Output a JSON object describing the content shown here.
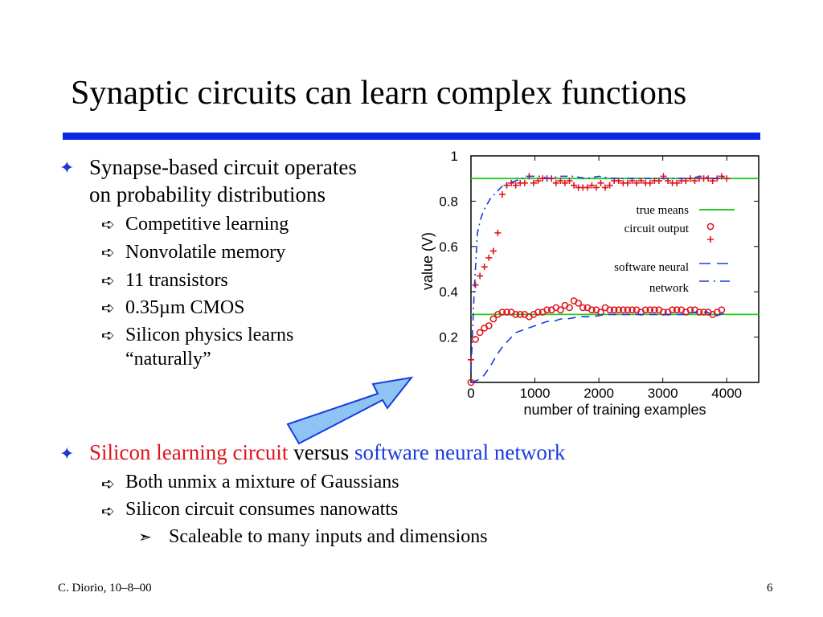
{
  "slide": {
    "title": "Synaptic circuits can learn complex functions",
    "bullets": [
      {
        "text": "Synapse-based circuit operates on probability distributions",
        "line1": "Synapse-based circuit operates",
        "line2": "on probability distributions"
      },
      {
        "part1": "Silicon learning circuit",
        "part2": " versus ",
        "part3": "software neural network"
      }
    ],
    "sub_items_1": [
      "Competitive learning",
      "Nonvolatile memory",
      "11 transistors",
      "0.35µm CMOS",
      "Silicon physics learns “naturally”"
    ],
    "sub_item_5_line1": "Silicon physics learns",
    "sub_item_5_line2": "“naturally”",
    "sub_items_2": [
      "Both unmix a mixture of Gaussians",
      "Silicon circuit consumes nanowatts"
    ],
    "sub_sub_items_2": [
      "Scaleable to many inputs and dimensions"
    ],
    "footer_left": "C. Diorio, 10–8–00",
    "footer_right": "6"
  },
  "colors": {
    "rule": "#0a28e6",
    "bullet_star": "#2236d6",
    "red_text": "#e0141e",
    "blue_text": "#1a3be0",
    "true_means": "#22cc22",
    "circuit": "#e0141e",
    "software": "#1a3be0",
    "block_arrow": "#8ec4f4"
  },
  "chart_data": {
    "type": "line",
    "xlabel": "number of training examples",
    "ylabel": "value    (V)",
    "xlim": [
      0,
      4500
    ],
    "ylim": [
      0,
      1
    ],
    "xticks": [
      0,
      1000,
      2000,
      3000,
      4000
    ],
    "yticks": [
      0.2,
      0.4,
      0.6,
      0.8,
      1
    ],
    "ytick_labels": [
      "0.2",
      "0.4",
      "0.6",
      "0.8",
      "1"
    ],
    "legend": [
      "true means",
      "circuit output",
      "software neural network"
    ],
    "legend_lines": [
      "true means",
      "circuit output",
      "software neural",
      "network"
    ],
    "true_means": [
      0.9,
      0.3
    ],
    "series": [
      {
        "name": "circuit output",
        "marker": "o",
        "points": [
          [
            0,
            0.0
          ],
          [
            70,
            0.19
          ],
          [
            140,
            0.22
          ],
          [
            210,
            0.24
          ],
          [
            280,
            0.25
          ],
          [
            350,
            0.28
          ],
          [
            420,
            0.3
          ],
          [
            490,
            0.31
          ],
          [
            560,
            0.31
          ],
          [
            630,
            0.31
          ],
          [
            700,
            0.3
          ],
          [
            770,
            0.3
          ],
          [
            840,
            0.3
          ],
          [
            910,
            0.29
          ],
          [
            980,
            0.3
          ],
          [
            1050,
            0.31
          ],
          [
            1120,
            0.31
          ],
          [
            1190,
            0.32
          ],
          [
            1260,
            0.32
          ],
          [
            1330,
            0.33
          ],
          [
            1400,
            0.32
          ],
          [
            1470,
            0.34
          ],
          [
            1540,
            0.33
          ],
          [
            1610,
            0.36
          ],
          [
            1680,
            0.35
          ],
          [
            1750,
            0.33
          ],
          [
            1820,
            0.33
          ],
          [
            1890,
            0.32
          ],
          [
            1960,
            0.32
          ],
          [
            2030,
            0.31
          ],
          [
            2100,
            0.33
          ],
          [
            2170,
            0.32
          ],
          [
            2240,
            0.32
          ],
          [
            2310,
            0.32
          ],
          [
            2380,
            0.32
          ],
          [
            2450,
            0.32
          ],
          [
            2520,
            0.32
          ],
          [
            2590,
            0.32
          ],
          [
            2660,
            0.31
          ],
          [
            2730,
            0.32
          ],
          [
            2800,
            0.32
          ],
          [
            2870,
            0.32
          ],
          [
            2940,
            0.32
          ],
          [
            3010,
            0.31
          ],
          [
            3080,
            0.31
          ],
          [
            3150,
            0.32
          ],
          [
            3220,
            0.32
          ],
          [
            3290,
            0.32
          ],
          [
            3360,
            0.31
          ],
          [
            3430,
            0.32
          ],
          [
            3500,
            0.32
          ],
          [
            3570,
            0.31
          ],
          [
            3640,
            0.31
          ],
          [
            3710,
            0.31
          ],
          [
            3780,
            0.3
          ],
          [
            3850,
            0.31
          ],
          [
            3920,
            0.32
          ]
        ]
      },
      {
        "name": "circuit output",
        "marker": "+",
        "points": [
          [
            0,
            0.1
          ],
          [
            70,
            0.43
          ],
          [
            140,
            0.47
          ],
          [
            210,
            0.51
          ],
          [
            280,
            0.55
          ],
          [
            350,
            0.58
          ],
          [
            420,
            0.66
          ],
          [
            490,
            0.83
          ],
          [
            560,
            0.87
          ],
          [
            630,
            0.88
          ],
          [
            700,
            0.87
          ],
          [
            770,
            0.88
          ],
          [
            840,
            0.88
          ],
          [
            910,
            0.91
          ],
          [
            980,
            0.88
          ],
          [
            1050,
            0.89
          ],
          [
            1120,
            0.9
          ],
          [
            1190,
            0.9
          ],
          [
            1260,
            0.9
          ],
          [
            1330,
            0.88
          ],
          [
            1400,
            0.89
          ],
          [
            1470,
            0.88
          ],
          [
            1540,
            0.89
          ],
          [
            1610,
            0.87
          ],
          [
            1680,
            0.86
          ],
          [
            1750,
            0.86
          ],
          [
            1820,
            0.86
          ],
          [
            1890,
            0.87
          ],
          [
            1960,
            0.86
          ],
          [
            2030,
            0.88
          ],
          [
            2100,
            0.86
          ],
          [
            2170,
            0.87
          ],
          [
            2240,
            0.89
          ],
          [
            2310,
            0.89
          ],
          [
            2380,
            0.88
          ],
          [
            2450,
            0.88
          ],
          [
            2520,
            0.89
          ],
          [
            2590,
            0.88
          ],
          [
            2660,
            0.89
          ],
          [
            2730,
            0.88
          ],
          [
            2800,
            0.88
          ],
          [
            2870,
            0.89
          ],
          [
            2940,
            0.89
          ],
          [
            3010,
            0.91
          ],
          [
            3080,
            0.89
          ],
          [
            3150,
            0.88
          ],
          [
            3220,
            0.88
          ],
          [
            3290,
            0.89
          ],
          [
            3360,
            0.89
          ],
          [
            3430,
            0.9
          ],
          [
            3500,
            0.89
          ],
          [
            3570,
            0.9
          ],
          [
            3640,
            0.9
          ],
          [
            3710,
            0.9
          ],
          [
            3780,
            0.89
          ],
          [
            3850,
            0.9
          ],
          [
            3920,
            0.91
          ],
          [
            4000,
            0.9
          ]
        ]
      },
      {
        "name": "software neural network",
        "style": "dash",
        "points": [
          [
            0,
            0.0
          ],
          [
            100,
            0.01
          ],
          [
            200,
            0.03
          ],
          [
            300,
            0.07
          ],
          [
            400,
            0.12
          ],
          [
            500,
            0.16
          ],
          [
            600,
            0.19
          ],
          [
            700,
            0.22
          ],
          [
            800,
            0.23
          ],
          [
            900,
            0.24
          ],
          [
            1000,
            0.25
          ],
          [
            1100,
            0.26
          ],
          [
            1200,
            0.27
          ],
          [
            1300,
            0.27
          ],
          [
            1400,
            0.28
          ],
          [
            1500,
            0.28
          ],
          [
            1700,
            0.29
          ],
          [
            1900,
            0.29
          ],
          [
            2100,
            0.3
          ],
          [
            2300,
            0.3
          ],
          [
            2500,
            0.3
          ],
          [
            2700,
            0.3
          ],
          [
            2900,
            0.3
          ],
          [
            3100,
            0.3
          ],
          [
            3300,
            0.3
          ],
          [
            3500,
            0.31
          ],
          [
            3700,
            0.31
          ],
          [
            3800,
            0.29
          ],
          [
            3900,
            0.3
          ],
          [
            4000,
            0.31
          ]
        ]
      },
      {
        "name": "software neural network",
        "style": "dashdot",
        "points": [
          [
            0,
            0.05
          ],
          [
            50,
            0.4
          ],
          [
            100,
            0.66
          ],
          [
            150,
            0.72
          ],
          [
            200,
            0.76
          ],
          [
            300,
            0.81
          ],
          [
            400,
            0.84
          ],
          [
            500,
            0.87
          ],
          [
            600,
            0.88
          ],
          [
            700,
            0.89
          ],
          [
            800,
            0.9
          ],
          [
            900,
            0.91
          ],
          [
            1000,
            0.91
          ],
          [
            1100,
            0.91
          ],
          [
            1200,
            0.9
          ],
          [
            1400,
            0.91
          ],
          [
            1600,
            0.91
          ],
          [
            1800,
            0.9
          ],
          [
            2000,
            0.91
          ],
          [
            2200,
            0.9
          ],
          [
            2400,
            0.9
          ],
          [
            2600,
            0.9
          ],
          [
            2800,
            0.9
          ],
          [
            3000,
            0.9
          ],
          [
            3200,
            0.9
          ],
          [
            3400,
            0.9
          ],
          [
            3600,
            0.91
          ],
          [
            3800,
            0.9
          ],
          [
            4000,
            0.91
          ]
        ]
      }
    ]
  }
}
